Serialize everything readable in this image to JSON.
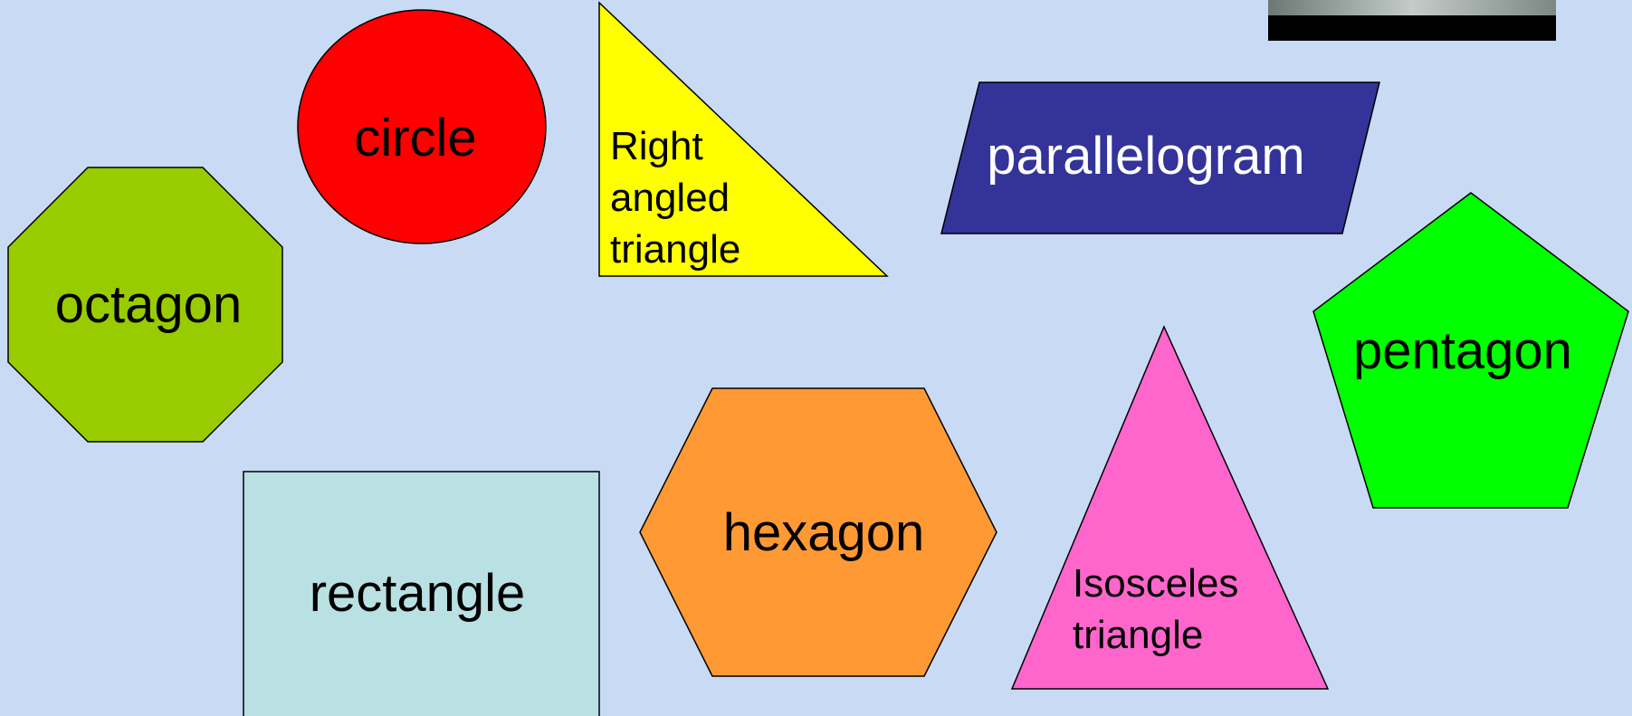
{
  "shapes": {
    "circle": {
      "label": "circle",
      "fill": "#ff0000",
      "text_color": "#000000"
    },
    "right_triangle": {
      "label_lines": [
        "Right",
        "angled",
        "triangle"
      ],
      "fill": "#ffff00",
      "text_color": "#000000"
    },
    "parallelogram": {
      "label": "parallelogram",
      "fill": "#333399",
      "text_color": "#ffffff"
    },
    "octagon": {
      "label": "octagon",
      "fill": "#99cc00",
      "text_color": "#000000"
    },
    "pentagon": {
      "label": "pentagon",
      "fill": "#00ff00",
      "text_color": "#000000"
    },
    "isosceles_triangle": {
      "label_lines": [
        "Isosceles",
        "triangle"
      ],
      "fill": "#ff66cc",
      "text_color": "#000000"
    },
    "hexagon": {
      "label": "hexagon",
      "fill": "#ff9933",
      "text_color": "#000000"
    },
    "rectangle": {
      "label": "rectangle",
      "fill": "#b9e0e3",
      "text_color": "#000000"
    }
  },
  "background": "#c9daf5"
}
